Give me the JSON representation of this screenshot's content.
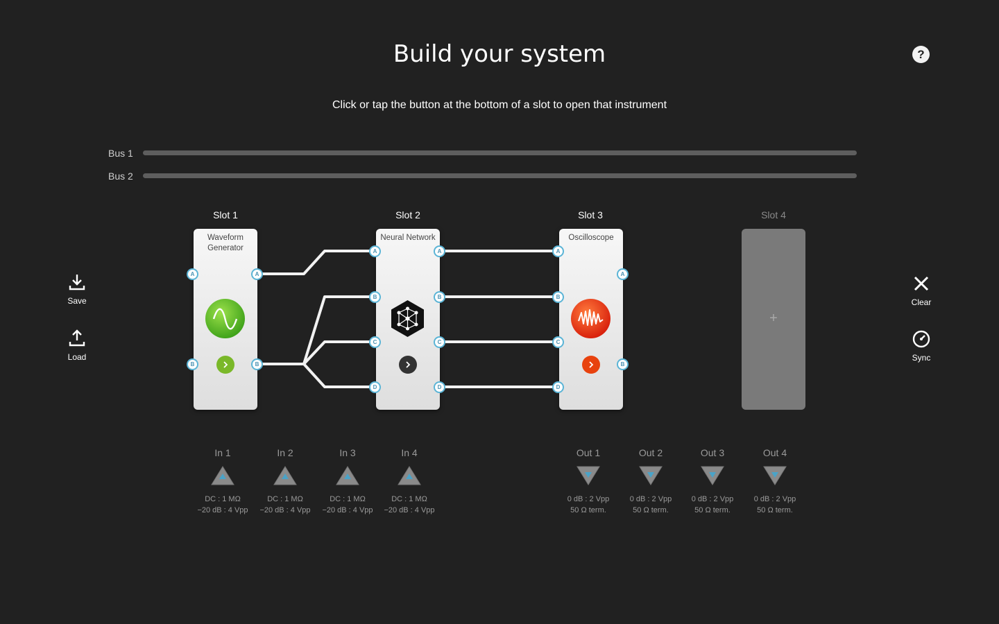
{
  "title": "Build your system",
  "subtitle": "Click or tap the button at the bottom of a slot to open that instrument",
  "help_label": "?",
  "buses": [
    {
      "label": "Bus 1"
    },
    {
      "label": "Bus 2"
    }
  ],
  "slots": [
    {
      "title": "Slot 1",
      "instrument_line1": "Waveform",
      "instrument_line2": "Generator",
      "icon": "sine-wave-icon",
      "accent": "#7ab829"
    },
    {
      "title": "Slot 2",
      "instrument_line1": "Neural Network",
      "instrument_line2": "",
      "icon": "neural-network-icon",
      "accent": "#333333"
    },
    {
      "title": "Slot 3",
      "instrument_line1": "Oscilloscope",
      "instrument_line2": "",
      "icon": "oscilloscope-icon",
      "accent": "#e8420e"
    },
    {
      "title": "Slot 4",
      "empty_symbol": "+"
    }
  ],
  "ports": {
    "a": "A",
    "b": "B",
    "c": "C",
    "d": "D"
  },
  "left_actions": [
    {
      "label": "Save",
      "icon": "download-icon"
    },
    {
      "label": "Load",
      "icon": "upload-icon"
    }
  ],
  "right_actions": [
    {
      "label": "Clear",
      "icon": "close-icon"
    },
    {
      "label": "Sync",
      "icon": "gauge-icon"
    }
  ],
  "inputs": [
    {
      "label": "In 1",
      "spec1": "DC : 1 MΩ",
      "spec2": "−20 dB : 4 Vpp"
    },
    {
      "label": "In 2",
      "spec1": "DC : 1 MΩ",
      "spec2": "−20 dB : 4 Vpp"
    },
    {
      "label": "In 3",
      "spec1": "DC : 1 MΩ",
      "spec2": "−20 dB : 4 Vpp"
    },
    {
      "label": "In 4",
      "spec1": "DC : 1 MΩ",
      "spec2": "−20 dB : 4 Vpp"
    }
  ],
  "outputs": [
    {
      "label": "Out 1",
      "spec1": "0 dB : 2 Vpp",
      "spec2": "50 Ω term."
    },
    {
      "label": "Out 2",
      "spec1": "0 dB : 2 Vpp",
      "spec2": "50 Ω term."
    },
    {
      "label": "Out 3",
      "spec1": "0 dB : 2 Vpp",
      "spec2": "50 Ω term."
    },
    {
      "label": "Out 4",
      "spec1": "0 dB : 2 Vpp",
      "spec2": "50 Ω term."
    }
  ],
  "colors": {
    "port_ring": "#5ab4d6",
    "wire": "#f2f2f2",
    "bus": "#5e5e5e",
    "io_triangle": "#8a8a8a",
    "io_triangle_inner": "#4aa3c8"
  }
}
